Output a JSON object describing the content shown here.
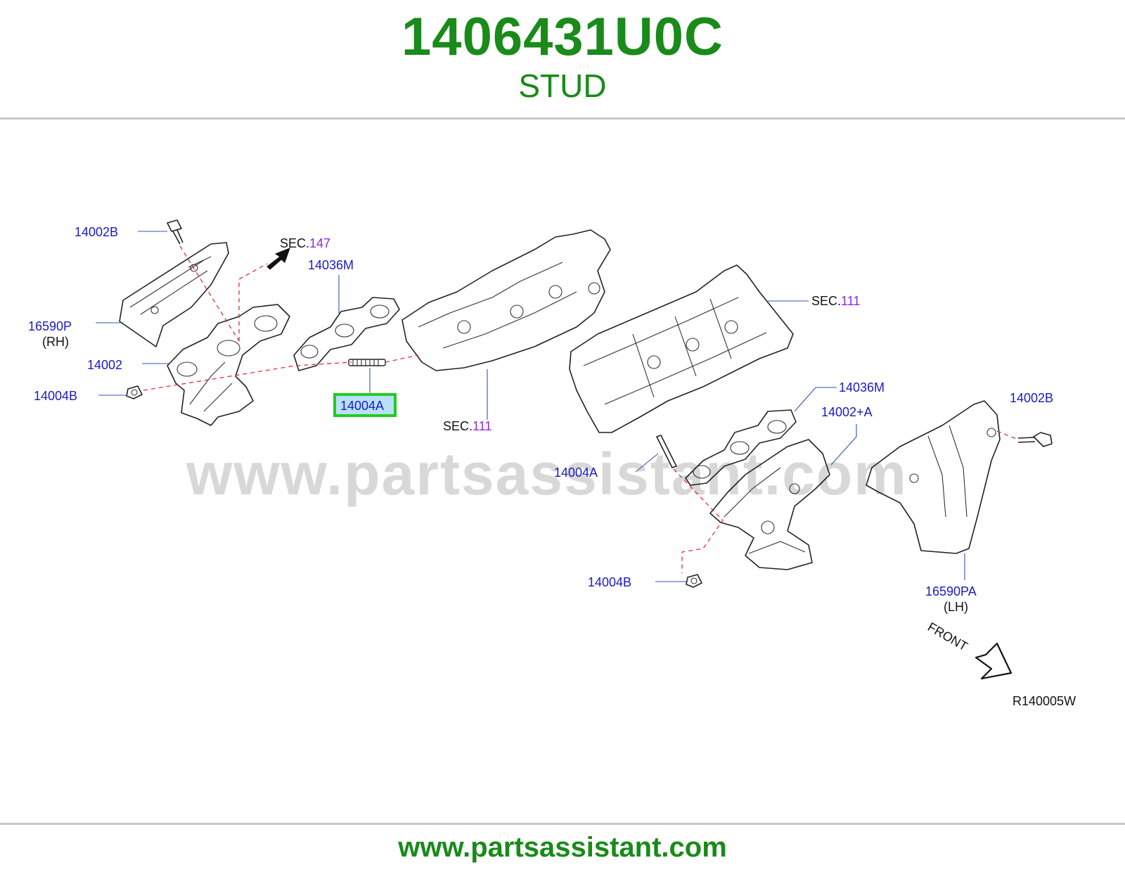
{
  "header": {
    "part_number": "1406431U0C",
    "part_name": "STUD"
  },
  "watermark": "www.partsassistant.com",
  "footer": {
    "url": "www.partsassistant.com"
  },
  "callouts": {
    "c14002B_rh": "14002B",
    "c16590P": "16590P",
    "c16590P_side": "(RH)",
    "c14002": "14002",
    "c14004B_rh": "14004B",
    "sec147_prefix": "SEC.",
    "sec147_num": "147",
    "c14036M_rh": "14036M",
    "c14004A_highlight": "14004A",
    "sec111a_prefix": "SEC.",
    "sec111a_num": "111",
    "sec111b_prefix": "SEC.",
    "sec111b_num": "111",
    "c14036M_lh": "14036M",
    "c14002A": "14002+A",
    "c14004A_lh": "14004A",
    "c14002B_lh": "14002B",
    "c14004B_lh": "14004B",
    "c16590PA": "16590PA",
    "c16590PA_side": "(LH)",
    "front": "FRONT",
    "drawing_code": "R140005W"
  },
  "colors": {
    "brand_green": "#1a8a1a",
    "callout_blue": "#1a1ac8",
    "sec_number_purple": "#8a2be2",
    "highlight_box": "#22cc22",
    "dashed_line": "#e03030"
  }
}
